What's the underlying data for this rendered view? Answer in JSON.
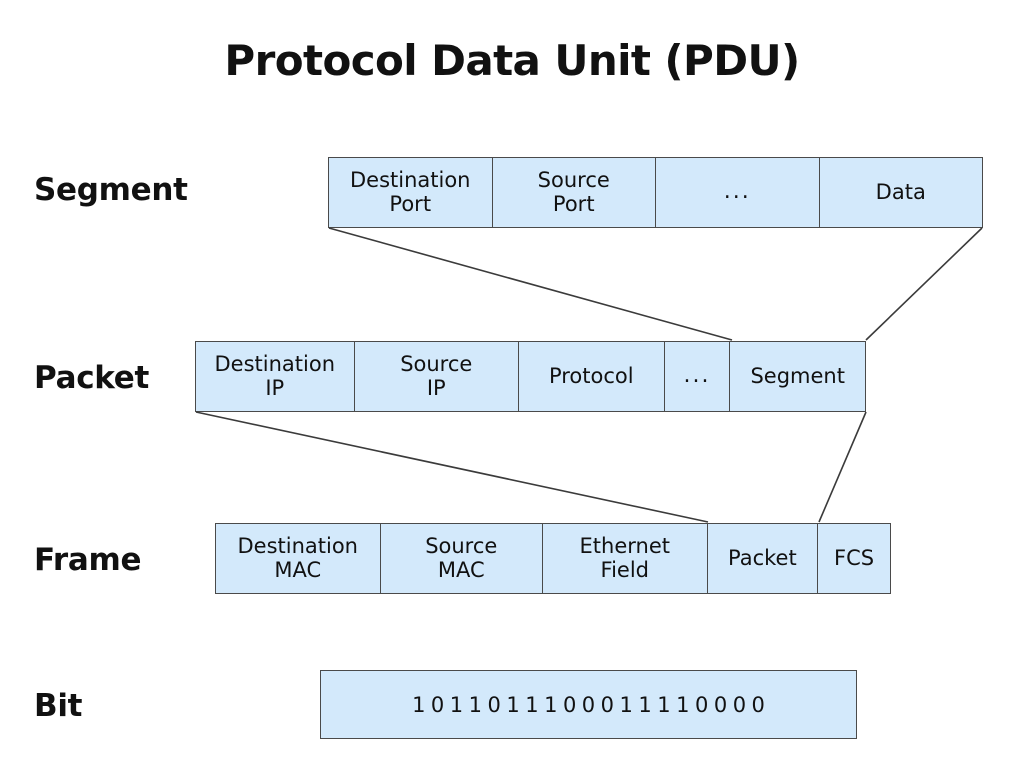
{
  "title": "Protocol Data Unit (PDU)",
  "colors": {
    "cell_fill": "#d3e9fb",
    "cell_border": "#4a4a4a",
    "text": "#111111",
    "background": "#ffffff",
    "connector": "#3b3b3b"
  },
  "rows": [
    {
      "label": "Segment",
      "cells": [
        {
          "text": "Destination\nPort"
        },
        {
          "text": "Source\nPort"
        },
        {
          "text": "..."
        },
        {
          "text": "Data"
        }
      ]
    },
    {
      "label": "Packet",
      "cells": [
        {
          "text": "Destination\nIP"
        },
        {
          "text": "Source\nIP"
        },
        {
          "text": "Protocol"
        },
        {
          "text": "..."
        },
        {
          "text": "Segment"
        }
      ]
    },
    {
      "label": "Frame",
      "cells": [
        {
          "text": "Destination\nMAC"
        },
        {
          "text": "Source\nMAC"
        },
        {
          "text": "Ethernet\nField"
        },
        {
          "text": "Packet"
        },
        {
          "text": "FCS"
        }
      ]
    },
    {
      "label": "Bit",
      "bits": "1011011100011110000"
    }
  ]
}
